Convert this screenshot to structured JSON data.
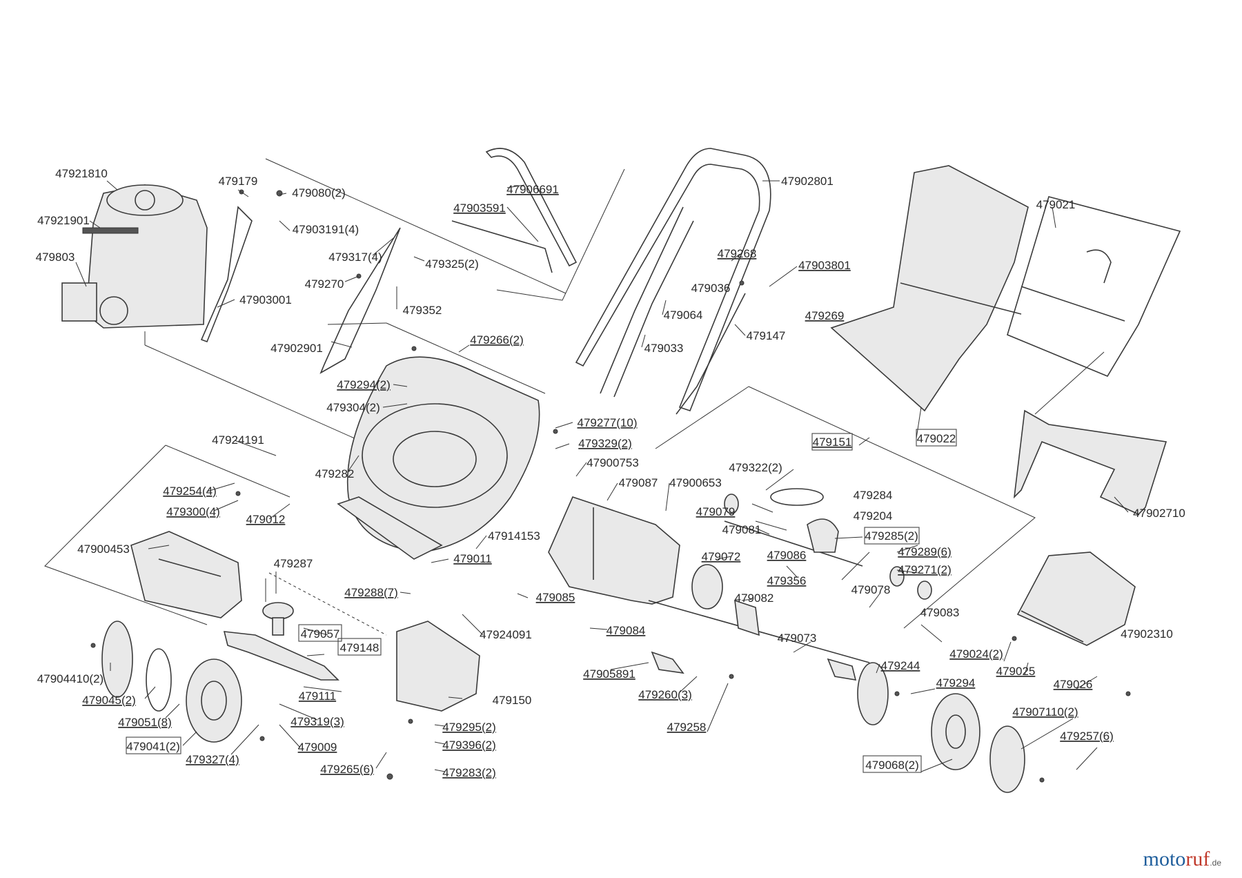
{
  "brand": {
    "name_a": "moto",
    "name_b": "ruf",
    "tld": ".de"
  },
  "colors": {
    "ink": "#2a2a2a",
    "brand": "#1f5e9c",
    "accent": "#c0392b"
  },
  "labels": [
    {
      "id": "l1",
      "text": "47921810"
    },
    {
      "id": "l2",
      "text": "47921901"
    },
    {
      "id": "l3",
      "text": "479803"
    },
    {
      "id": "l4",
      "text": "479179"
    },
    {
      "id": "l5",
      "text": "479080(2)"
    },
    {
      "id": "l6",
      "text": "47903191(4)"
    },
    {
      "id": "l7",
      "text": "479317(4)"
    },
    {
      "id": "l8",
      "text": "479325(2)"
    },
    {
      "id": "l9",
      "text": "479270"
    },
    {
      "id": "l10",
      "text": "479352"
    },
    {
      "id": "l11",
      "text": "47903001"
    },
    {
      "id": "l12",
      "text": "47902901"
    },
    {
      "id": "l13",
      "text": "47906691"
    },
    {
      "id": "l14",
      "text": "47903591"
    },
    {
      "id": "l15",
      "text": "47902801"
    },
    {
      "id": "l16",
      "text": "479268"
    },
    {
      "id": "l17",
      "text": "479036"
    },
    {
      "id": "l18",
      "text": "47903801"
    },
    {
      "id": "l19",
      "text": "479269"
    },
    {
      "id": "l20",
      "text": "479064"
    },
    {
      "id": "l21",
      "text": "479033"
    },
    {
      "id": "l22",
      "text": "479147"
    },
    {
      "id": "l23",
      "text": "479021"
    },
    {
      "id": "l24",
      "text": "479022"
    },
    {
      "id": "l25",
      "text": "47902710"
    },
    {
      "id": "l26",
      "text": "479266(2)"
    },
    {
      "id": "l27",
      "text": "479294(2)"
    },
    {
      "id": "l28",
      "text": "479304(2)"
    },
    {
      "id": "l29",
      "text": "479277(10)"
    },
    {
      "id": "l30",
      "text": "479329(2)"
    },
    {
      "id": "l31",
      "text": "47900753"
    },
    {
      "id": "l32",
      "text": "479087"
    },
    {
      "id": "l33",
      "text": "47900653"
    },
    {
      "id": "l34",
      "text": "47924191"
    },
    {
      "id": "l35",
      "text": "479282"
    },
    {
      "id": "l36",
      "text": "479254(4)"
    },
    {
      "id": "l37",
      "text": "479300(4)"
    },
    {
      "id": "l38",
      "text": "479012"
    },
    {
      "id": "l39",
      "text": "47914153"
    },
    {
      "id": "l40",
      "text": "47900453"
    },
    {
      "id": "l41",
      "text": "479287"
    },
    {
      "id": "l42",
      "text": "479288(7)"
    },
    {
      "id": "l43",
      "text": "479011"
    },
    {
      "id": "l44",
      "text": "479151"
    },
    {
      "id": "l45",
      "text": "479322(2)"
    },
    {
      "id": "l46",
      "text": "479079"
    },
    {
      "id": "l47",
      "text": "479284"
    },
    {
      "id": "l48",
      "text": "479204"
    },
    {
      "id": "l49",
      "text": "479081"
    },
    {
      "id": "l50",
      "text": "479285(2)"
    },
    {
      "id": "l51",
      "text": "479289(6)"
    },
    {
      "id": "l52",
      "text": "479271(2)"
    },
    {
      "id": "l53",
      "text": "479086"
    },
    {
      "id": "l54",
      "text": "479072"
    },
    {
      "id": "l55",
      "text": "479356"
    },
    {
      "id": "l56",
      "text": "479078"
    },
    {
      "id": "l57",
      "text": "479083"
    },
    {
      "id": "l58",
      "text": "479082"
    },
    {
      "id": "l59",
      "text": "479085"
    },
    {
      "id": "l60",
      "text": "47924091"
    },
    {
      "id": "l61",
      "text": "479084"
    },
    {
      "id": "l62",
      "text": "479073"
    },
    {
      "id": "l63",
      "text": "47902310"
    },
    {
      "id": "l64",
      "text": "479057"
    },
    {
      "id": "l65",
      "text": "479148"
    },
    {
      "id": "l66",
      "text": "479111"
    },
    {
      "id": "l67",
      "text": "479319(3)"
    },
    {
      "id": "l68",
      "text": "479009"
    },
    {
      "id": "l69",
      "text": "479150"
    },
    {
      "id": "l70",
      "text": "47904410(2)"
    },
    {
      "id": "l71",
      "text": "479045(2)"
    },
    {
      "id": "l72",
      "text": "479051(8)"
    },
    {
      "id": "l73",
      "text": "479041(2)"
    },
    {
      "id": "l74",
      "text": "479327(4)"
    },
    {
      "id": "l75",
      "text": "479295(2)"
    },
    {
      "id": "l76",
      "text": "479396(2)"
    },
    {
      "id": "l77",
      "text": "479265(6)"
    },
    {
      "id": "l78",
      "text": "479283(2)"
    },
    {
      "id": "l79",
      "text": "47905891"
    },
    {
      "id": "l80",
      "text": "479260(3)"
    },
    {
      "id": "l81",
      "text": "479258"
    },
    {
      "id": "l82",
      "text": "479244"
    },
    {
      "id": "l83",
      "text": "479294"
    },
    {
      "id": "l84",
      "text": "479024(2)"
    },
    {
      "id": "l85",
      "text": "479025"
    },
    {
      "id": "l86",
      "text": "479026"
    },
    {
      "id": "l87",
      "text": "47907110(2)"
    },
    {
      "id": "l88",
      "text": "479257(6)"
    },
    {
      "id": "l89",
      "text": "479068(2)"
    }
  ]
}
